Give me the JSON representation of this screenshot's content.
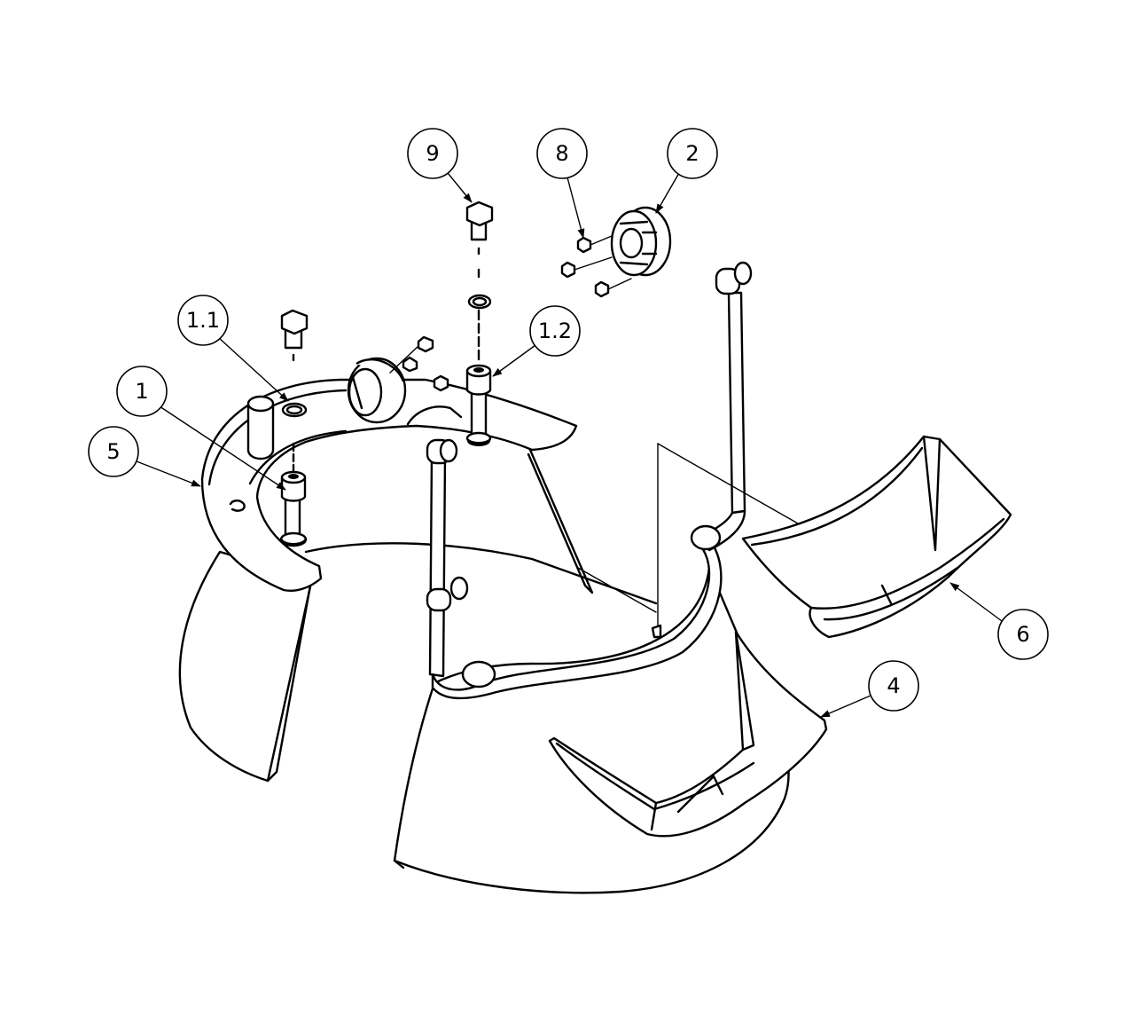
{
  "callouts": {
    "c1": {
      "label": "1"
    },
    "c11": {
      "label": "1.1"
    },
    "c12": {
      "label": "1.2"
    },
    "c2": {
      "label": "2"
    },
    "c4": {
      "label": "4"
    },
    "c5": {
      "label": "5"
    },
    "c6": {
      "label": "6"
    },
    "c8": {
      "label": "8"
    },
    "c9": {
      "label": "9"
    }
  }
}
